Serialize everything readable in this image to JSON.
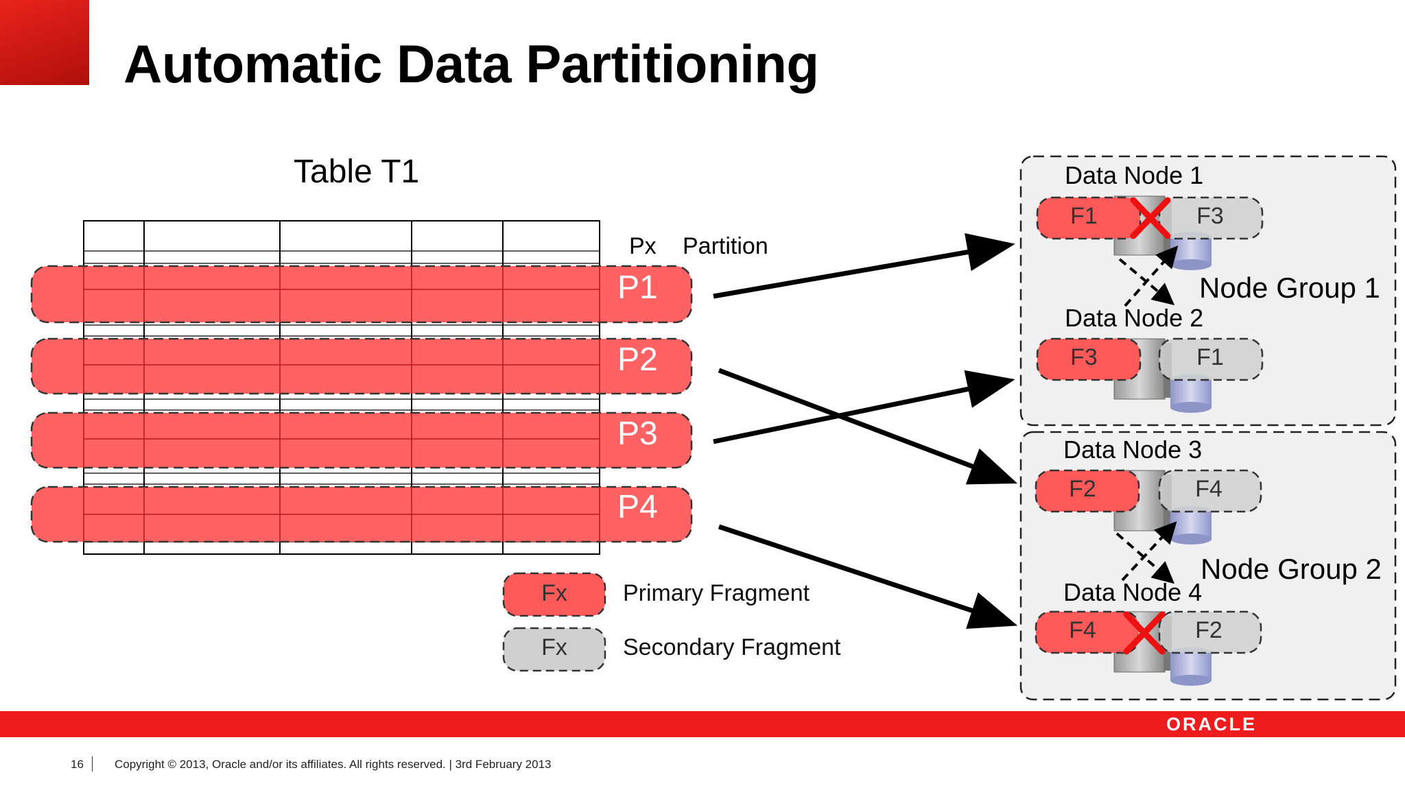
{
  "title": "Automatic Data Partitioning",
  "table": {
    "label": "Table T1",
    "px_header": "Px",
    "partition_header": "Partition",
    "partitions": [
      "P1",
      "P2",
      "P3",
      "P4"
    ]
  },
  "node_groups": [
    {
      "label": "Node Group 1",
      "nodes": [
        {
          "label": "Data Node 1",
          "primary": "F1",
          "secondary": "F3",
          "failed": true
        },
        {
          "label": "Data Node 2",
          "primary": "F3",
          "secondary": "F1",
          "failed": false
        }
      ]
    },
    {
      "label": "Node Group 2",
      "nodes": [
        {
          "label": "Data Node 3",
          "primary": "F2",
          "secondary": "F4",
          "failed": false
        },
        {
          "label": "Data Node 4",
          "primary": "F4",
          "secondary": "F2",
          "failed": true
        }
      ]
    }
  ],
  "legend": {
    "primary_symbol": "Fx",
    "primary_label": "Primary Fragment",
    "secondary_symbol": "Fx",
    "secondary_label": "Secondary Fragment"
  },
  "footer": {
    "page_number": "16",
    "copyright": "Copyright © 2013, Oracle and/or its affiliates. All rights reserved. | 3rd February 2013",
    "logo_text": "ORACLE"
  },
  "colors": {
    "brand_red": "#ee1c1c",
    "primary_fragment": "#ff5a5a",
    "secondary_fragment": "#d0d0d0",
    "node_group_bg": "#f0f0f0"
  }
}
